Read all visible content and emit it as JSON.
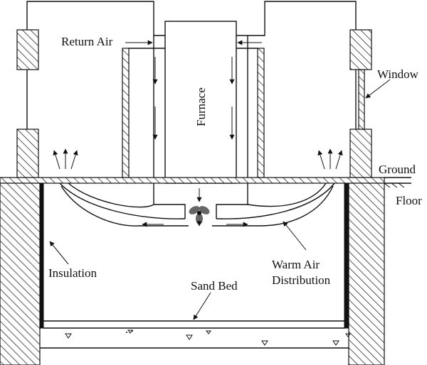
{
  "labels": {
    "return_air": "Return Air",
    "furnace": "Furnace",
    "window": "Window",
    "ground": "Ground",
    "floor": "Floor",
    "insulation": "Insulation",
    "warm_air_line1": "Warm Air",
    "warm_air_line2": "Distribution",
    "sand_bed": "Sand Bed"
  }
}
